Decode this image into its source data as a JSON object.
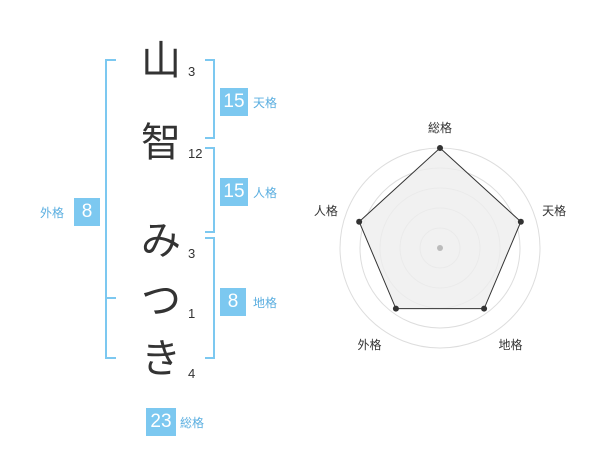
{
  "name": {
    "chars": [
      "山",
      "智",
      "み",
      "つ",
      "き"
    ],
    "strokes": [
      "3",
      "12",
      "3",
      "1",
      "4"
    ]
  },
  "fortunes": {
    "tenkaku": {
      "value": "15",
      "label": "天格"
    },
    "jinkaku": {
      "value": "15",
      "label": "人格"
    },
    "chikaku": {
      "value": "8",
      "label": "地格"
    },
    "gaikaku": {
      "value": "8",
      "label": "外格"
    },
    "soukaku": {
      "value": "23",
      "label": "総格"
    }
  },
  "radar": {
    "labels": [
      "総格",
      "天格",
      "地格",
      "外格",
      "人格"
    ],
    "values": [
      1.0,
      0.85,
      0.75,
      0.75,
      0.85
    ],
    "colors": {
      "line": "#333333",
      "fill": "#eeeeee",
      "grid": "#dddddd",
      "center": "#bbbbbb"
    }
  }
}
